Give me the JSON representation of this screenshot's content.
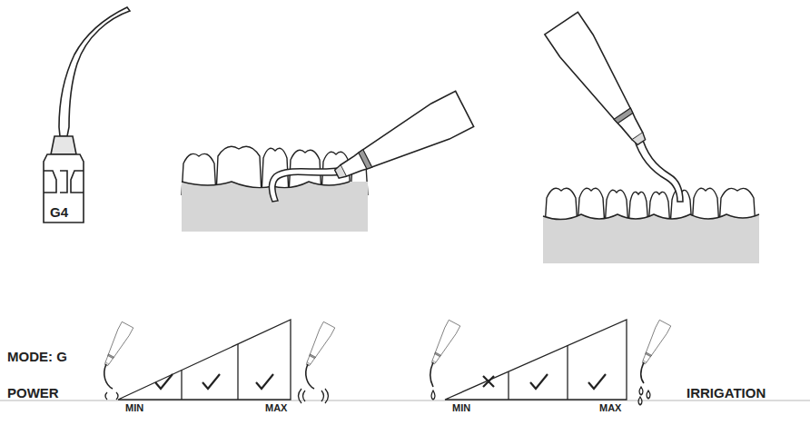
{
  "diagram": {
    "labels": [
      "G4",
      "MODE: G",
      "POWER",
      "MIN",
      "MAX",
      "MIN",
      "MAX",
      "IRRIGATION"
    ]
  }
}
